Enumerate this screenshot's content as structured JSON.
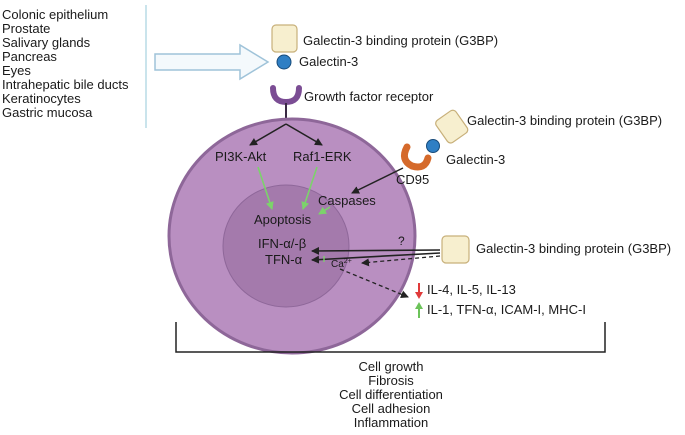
{
  "tissues": [
    "Colonic epithelium",
    "Prostate",
    "Salivary glands",
    "Pancreas",
    "Eyes",
    "Intrahepatic bile ducts",
    "Keratinocytes",
    "Gastric mucosa"
  ],
  "labels": {
    "g3bp_top": "Galectin-3 binding protein (G3BP)",
    "galectin3_top": "Galectin-3",
    "growth_factor_receptor": "Growth factor receptor",
    "pi3k_akt": "PI3K-Akt",
    "raf1_erk": "Raf1-ERK",
    "g3bp_cd95": "Galectin-3 binding protein (G3BP)",
    "galectin3_cd95": "Galectin-3",
    "cd95": "CD95",
    "caspases": "Caspases",
    "apoptosis": "Apoptosis",
    "ifn": "IFN-α/-β",
    "tfn": "TFN-α",
    "calcium": "Ca",
    "calcium_sup": "2+",
    "question": "?",
    "g3bp_right": "Galectin-3 binding protein (G3BP)",
    "down_cytokines": "IL-4, IL-5, IL-13",
    "up_cytokines": "IL-1, TFN-α, ICAM-I, MHC-I"
  },
  "outcomes": [
    "Cell growth",
    "Fibrosis",
    "Cell differentiation",
    "Cell adhesion",
    "Inflammation"
  ],
  "colors": {
    "cell_outer": "#b98fc1",
    "cell_nucleus": "#a47aac",
    "g3bp_fill": "#f7efcf",
    "g3bp_stroke": "#c8b07a",
    "galectin_fill": "#2f7fc4",
    "receptor": "#7b4d94",
    "cd95": "#d56a2b",
    "green_arrow": "#7cd36b",
    "down_arrow": "#e03a3a",
    "up_arrow": "#6cc35a",
    "divider": "#b9dbe6"
  }
}
